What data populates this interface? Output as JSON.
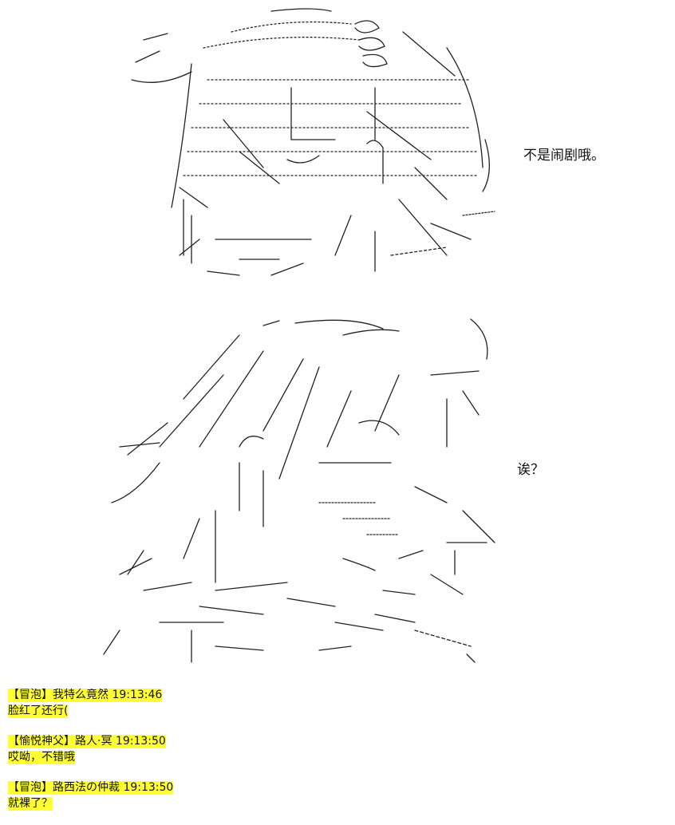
{
  "dialog": {
    "line1": "不是闹剧哦。",
    "line2": "诶？"
  },
  "chat": [
    {
      "user": "【冒泡】我特么竟然",
      "time": "19:13:46",
      "text": "脸红了还行("
    },
    {
      "user": "【愉悦神父】路人·冥",
      "time": "19:13:50",
      "text": "哎呦，不错哦"
    },
    {
      "user": "【冒泡】路西法の仲裁",
      "time": "19:13:50",
      "text": "就裸了？"
    }
  ]
}
